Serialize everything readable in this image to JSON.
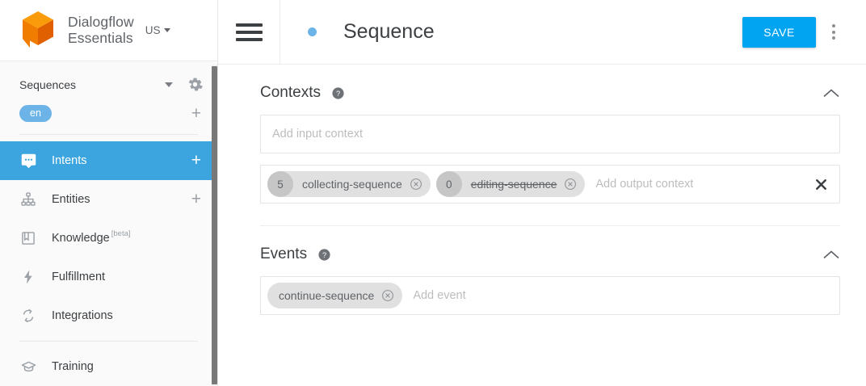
{
  "brand": {
    "logo_icon": "dialogflow-cube-logo",
    "name_line1": "Dialogflow",
    "name_line2": "Essentials",
    "region": "US",
    "region_caret_icon": "caret-down-icon"
  },
  "sidebar": {
    "agent": {
      "name": "Sequences",
      "dropdown_icon": "caret-down-icon",
      "settings_icon": "gear-icon"
    },
    "language": {
      "code": "en",
      "add_icon": "plus-icon"
    },
    "items": [
      {
        "label": "Intents",
        "icon": "chat-bubble-icon",
        "active": true,
        "action": "+"
      },
      {
        "label": "Entities",
        "icon": "hierarchy-icon",
        "active": false,
        "action": "+"
      },
      {
        "label": "Knowledge",
        "icon": "book-icon",
        "active": false,
        "badge": "[beta]"
      },
      {
        "label": "Fulfillment",
        "icon": "lightning-bolt-icon",
        "active": false
      },
      {
        "label": "Integrations",
        "icon": "refresh-arrows-icon",
        "active": false
      },
      {
        "label": "Training",
        "icon": "graduation-cap-icon",
        "active": false
      }
    ],
    "scrollbar": "vertical-scrollbar"
  },
  "toolbar": {
    "menu_icon": "hamburger-menu-icon",
    "status_dot": "intent-status-dot",
    "title": "Sequence",
    "save_label": "SAVE",
    "overflow_icon": "more-vertical-icon"
  },
  "sections": [
    {
      "title": "Contexts",
      "help_icon": "help-circle-icon",
      "collapse_icon": "chevron-up-icon"
    },
    {
      "title": "Events",
      "help_icon": "help-circle-icon",
      "collapse_icon": "chevron-up-icon"
    }
  ],
  "contexts": {
    "input": {
      "placeholder": "Add input context",
      "value": ""
    },
    "output": {
      "placeholder": "Add output context",
      "clear_icon": "close-x-icon",
      "chips": [
        {
          "count": "5",
          "label": "collecting-sequence",
          "struck": false,
          "remove_icon": "remove-circle-icon"
        },
        {
          "count": "0",
          "label": "editing-sequence",
          "struck": true,
          "remove_icon": "remove-circle-icon"
        }
      ]
    }
  },
  "events": {
    "placeholder": "Add event",
    "chips": [
      {
        "label": "continue-sequence",
        "remove_icon": "remove-circle-icon"
      }
    ]
  },
  "colors": {
    "accent_blue": "#00a4f0",
    "active_nav": "#3ca5e0",
    "pill_blue": "#6cb4e8",
    "logo_orange": "#f08200"
  }
}
